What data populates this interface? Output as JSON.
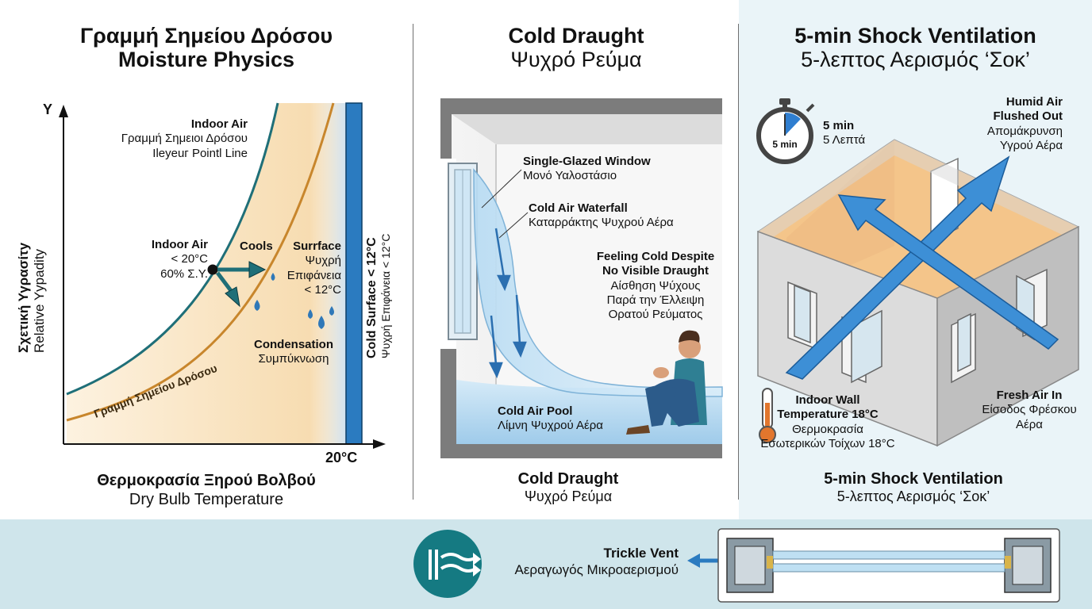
{
  "panel1": {
    "title_line1": "Γραμμή Σημείου Δρόσου",
    "title_line2": "Moisture Physics",
    "y_axis_letter": "Y",
    "y_label_gr": "Σχετική Υγρασίτy",
    "y_label_en": "Relative Yypadity",
    "indoor_air_top_en": "Indoor Air",
    "indoor_air_top_gr1": "Γραμμή Σημειοι Δρόσου",
    "indoor_air_top_gr2": "Ileyeuг Pointl Line",
    "point_en": "Indoor Air",
    "point_temp": "< 20°C",
    "point_rh": "60% Σ.Υ.",
    "cools": "Cools",
    "surface_en": "Surrface",
    "surface_gr1": "Ψυχρή",
    "surface_gr2": "Επιφάνεια",
    "surface_temp": "< 12°C",
    "condensation_en": "Condensation",
    "condensation_gr": "Συμπύκνωση",
    "dew_curve_label": "Γραμμή Σημείου Δρόσου",
    "cold_surface_en": "Cold Surface < 12°C",
    "cold_surface_gr": "Ψυχρή Επιφάνεια < 12°C",
    "x_tick": "20°C",
    "x_label_gr": "Θερμοκρασία Ξηρού Βολβού",
    "x_label_en": "Dry Bulb Temperature"
  },
  "panel2": {
    "title_line1": "Cold Draught",
    "title_line2": "Ψυχρό Ρεύμα",
    "window_en": "Single-Glazed Window",
    "window_gr": "Μονό Υαλοστάσιο",
    "waterfall_en": "Cold Air Waterfall",
    "waterfall_gr": "Καταρράκτης Ψυχρού Αέρα",
    "feeling_en1": "Feeling Cold Despite",
    "feeling_en2": "No Visible Draught",
    "feeling_gr1": "Αίσθηση Ψύχους",
    "feeling_gr2": "Παρά την Έλλειψη",
    "feeling_gr3": "Ορατού Ρεύματος",
    "pool_en": "Cold Air Pool",
    "pool_gr": "Λίμνη Ψυχρού Αέρα",
    "caption_en": "Cold Draught",
    "caption_gr": "Ψυχρό Ρεύμα"
  },
  "panel3": {
    "title_line1": "5-min Shock Ventilation",
    "title_line2": "5-λεπτος Αερισμός ‘Σοκ’",
    "timer_face": "5 min",
    "timer_en": "5 min",
    "timer_gr": "5 Λεπτά",
    "humid_en1": "Humid Air",
    "humid_en2": "Flushed Out",
    "humid_gr1": "Απομάκρυνση",
    "humid_gr2": "Υγρού Αέρα",
    "wall_en1": "Indoor Wall",
    "wall_en2": "Temperature 18°C",
    "wall_gr1": "Θερμοκρασία",
    "wall_gr2": "Εσωτερικών Τοίχων 18°C",
    "fresh_en": "Fresh Air In",
    "fresh_gr1": "Είσοδος Φρέσκου",
    "fresh_gr2": "Αέρα",
    "caption_en": "5-min Shock Ventilation",
    "caption_gr": "5-λεπτος Αερισμός ‘Σοκ’"
  },
  "bottom": {
    "vent_en": "Trickle Vent",
    "vent_gr": "Αεραγωγός Μικροαερισμού"
  },
  "colors": {
    "teal_curve": "#1f6f78",
    "dew_orange": "#c8862c",
    "cold_blue": "#2b7bc0",
    "arrow_blue": "#3d8fd6",
    "teal_icon": "#157a82"
  }
}
